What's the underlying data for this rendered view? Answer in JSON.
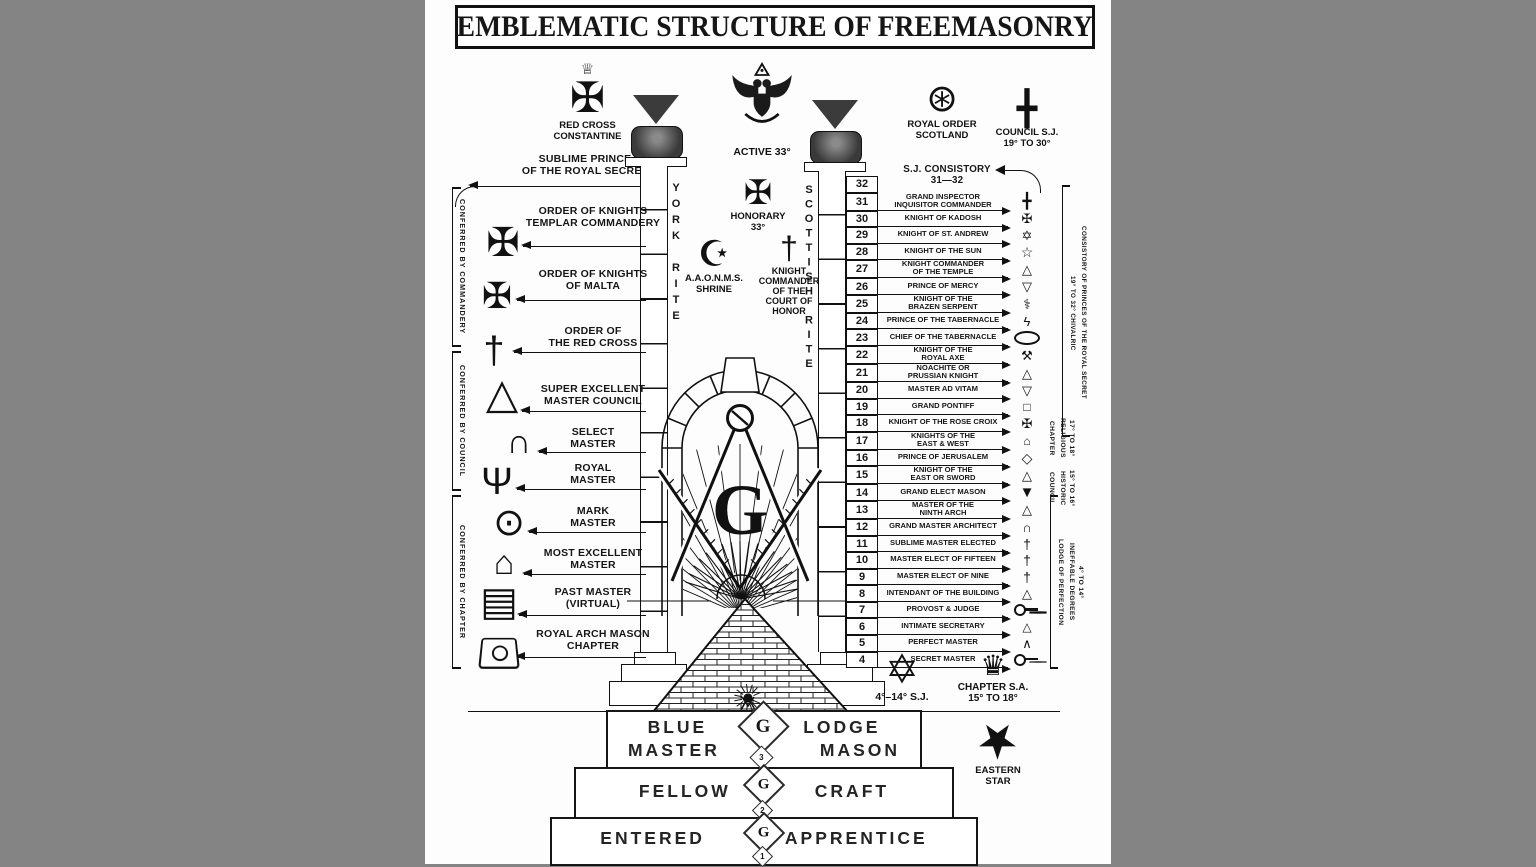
{
  "page": {
    "background": "#848484",
    "paper": "#ffffff",
    "ink": "#161616"
  },
  "title": "EMBLEMATIC STRUCTURE OF FREEMASONRY",
  "top_emblems": {
    "red_cross_constantine": {
      "icon": "red-cross-constantine-icon",
      "crown": "♕",
      "glyph": "✠",
      "label": "RED CROSS\nCONSTANTINE"
    },
    "active_33": {
      "icon": "double-headed-eagle-icon",
      "label": "ACTIVE 33°"
    },
    "honorary_33": {
      "icon": "honorary-cross-icon",
      "glyph": "✠",
      "label": "HONORARY\n33°"
    },
    "shrine": {
      "icon": "crescent-scimitar-icon",
      "glyph": "☪",
      "label": "A.A.O.N.M.S.\nSHRINE"
    },
    "court_of_honor": {
      "icon": "passion-cross-icon",
      "glyph": "†",
      "label": "KNIGHT\nCOMMANDER\nOF THE\nCOURT OF HONOR"
    },
    "royal_order_scotland": {
      "icon": "round-badge-icon",
      "glyph": "⊛",
      "label": "ROYAL ORDER\nSCOTLAND"
    },
    "council_sj": {
      "icon": "council-cross-icon",
      "glyph": "╋",
      "label": "COUNCIL S.J.\n19° TO 30°"
    }
  },
  "york": {
    "pillar_label": "YORK RITE",
    "sublime_prince": "SUBLIME PRINCE\nOF THE ROYAL SECRET",
    "brackets": [
      "CONFERRED BY COMMANDERY",
      "CONFERRED BY COUNCIL",
      "CONFERRED BY CHAPTER"
    ],
    "items": [
      {
        "label": "ORDER OF KNIGHTS\nTEMPLAR COMMANDERY",
        "icon": "templar-cross-icon",
        "glyph": "✠"
      },
      {
        "label": "ORDER OF KNIGHTS\nOF MALTA",
        "icon": "maltese-cross-icon",
        "glyph": "✠"
      },
      {
        "label": "ORDER OF\nTHE RED CROSS",
        "icon": "red-cross-icon",
        "glyph": "†"
      },
      {
        "label": "SUPER EXCELLENT\nMASTER COUNCIL",
        "icon": "triangle-emblem-icon",
        "glyph": "△"
      },
      {
        "label": "SELECT\nMASTER",
        "icon": "arch-icon",
        "glyph": "∩"
      },
      {
        "label": "ROYAL\nMASTER",
        "icon": "menorah-icon",
        "glyph": "Ψ"
      },
      {
        "label": "MARK\nMASTER",
        "icon": "keystone-circle-icon",
        "glyph": "⊙"
      },
      {
        "label": "MOST EXCELLENT\nMASTER",
        "icon": "ark-icon",
        "glyph": "⌂"
      },
      {
        "label": "PAST MASTER\n(VIRTUAL)",
        "icon": "book-square-compass-icon",
        "glyph": "▤"
      },
      {
        "label": "ROYAL ARCH MASON\nCHAPTER",
        "icon": "royal-arch-apron-icon",
        "shape": "keystone"
      }
    ]
  },
  "scottish": {
    "pillar_label": "SCOTTISH RITE",
    "consistory_label": "S.J. CONSISTORY\n31—32",
    "degrees": [
      {
        "n": "32",
        "label": ""
      },
      {
        "n": "31",
        "label": "GRAND INSPECTOR\nINQUISITOR COMMANDER",
        "icon": "heavy-cross-icon",
        "glyph": "╋",
        "fs": 15
      },
      {
        "n": "30",
        "label": "KNIGHT OF KADOSH",
        "icon": "kadosh-cross-icon",
        "glyph": "✠",
        "fs": 13
      },
      {
        "n": "29",
        "label": "KNIGHT OF ST. ANDREW",
        "icon": "hexagram-icon",
        "glyph": "✡",
        "fs": 13
      },
      {
        "n": "28",
        "label": "KNIGHT OF THE SUN",
        "icon": "pentagram-icon",
        "glyph": "☆",
        "fs": 14
      },
      {
        "n": "27",
        "label": "KNIGHT COMMANDER\nOF THE TEMPLE",
        "icon": "triangle-icon",
        "glyph": "△",
        "fs": 13
      },
      {
        "n": "26",
        "label": "PRINCE OF MERCY",
        "icon": "inverted-triangle-icon",
        "glyph": "▽",
        "fs": 13
      },
      {
        "n": "25",
        "label": "KNIGHT OF THE\nBRAZEN SERPENT",
        "icon": "serpent-cross-icon",
        "glyph": "⚕",
        "fs": 14
      },
      {
        "n": "24",
        "label": "PRINCE OF THE TABERNACLE",
        "icon": "lightning-icon",
        "glyph": "ϟ",
        "fs": 13
      },
      {
        "n": "23",
        "label": "CHIEF OF THE TABERNACLE",
        "icon": "oval-ring-icon",
        "shape": "oval"
      },
      {
        "n": "22",
        "label": "KNIGHT OF THE\nROYAL AXE",
        "icon": "axe-icon",
        "glyph": "⚒",
        "fs": 13
      },
      {
        "n": "21",
        "label": "NOACHITE OR\nPRUSSIAN KNIGHT",
        "icon": "triangle-icon",
        "glyph": "△",
        "fs": 13
      },
      {
        "n": "20",
        "label": "MASTER AD VITAM",
        "icon": "inverted-triangle-icon",
        "glyph": "▽",
        "fs": 13
      },
      {
        "n": "19",
        "label": "GRAND PONTIFF",
        "icon": "tablet-icon",
        "glyph": "□",
        "fs": 12
      },
      {
        "n": "18",
        "label": "KNIGHT OF THE ROSE CROIX",
        "icon": "rose-croix-icon",
        "glyph": "✠",
        "fs": 13
      },
      {
        "n": "17",
        "label": "KNIGHTS OF THE\nEAST & WEST",
        "icon": "lamb-altar-icon",
        "glyph": "⌂",
        "fs": 12
      },
      {
        "n": "16",
        "label": "PRINCE OF JERUSALEM",
        "icon": "lozenge-scales-icon",
        "glyph": "◇",
        "fs": 14
      },
      {
        "n": "15",
        "label": "KNIGHT OF THE\nEAST OR SWORD",
        "icon": "triangle-icon",
        "glyph": "△",
        "fs": 13
      },
      {
        "n": "14",
        "label": "GRAND ELECT MASON",
        "icon": "black-triangle-icon",
        "glyph": "▼",
        "fs": 15
      },
      {
        "n": "13",
        "label": "MASTER OF THE\nNINTH ARCH",
        "icon": "triangle-icon",
        "glyph": "△",
        "fs": 13
      },
      {
        "n": "12",
        "label": "GRAND MASTER ARCHITECT",
        "icon": "protractor-icon",
        "glyph": "∩",
        "fs": 13
      },
      {
        "n": "11",
        "label": "SUBLIME MASTER ELECTED",
        "icon": "dagger-icon",
        "glyph": "†",
        "fs": 14
      },
      {
        "n": "10",
        "label": "MASTER ELECT OF FIFTEEN",
        "icon": "dagger-icon",
        "glyph": "†",
        "fs": 14
      },
      {
        "n": "9",
        "label": "MASTER ELECT OF NINE",
        "icon": "dagger-icon",
        "glyph": "†",
        "fs": 14
      },
      {
        "n": "8",
        "label": "INTENDANT OF THE BUILDING",
        "icon": "triangle-icon",
        "glyph": "△",
        "fs": 13
      },
      {
        "n": "7",
        "label": "PROVOST & JUDGE",
        "icon": "key-icon",
        "shape": "key"
      },
      {
        "n": "6",
        "label": "INTIMATE SECRETARY",
        "icon": "triple-triangle-icon",
        "glyph": "△",
        "fs": 12
      },
      {
        "n": "5",
        "label": "PERFECT MASTER",
        "icon": "compasses-icon",
        "glyph": "∧",
        "fs": 13
      },
      {
        "n": "4",
        "label": "SECRET MASTER",
        "icon": "key-icon",
        "shape": "key"
      }
    ],
    "rails": [
      {
        "l": "19° TO 32°  CHIVALRIC",
        "r": "CONSISTORY OF PRINCES OF THE ROYAL SECRET"
      },
      {
        "l": "CHAPTER",
        "r": "17° TO 18°\nRELIGIOUS"
      },
      {
        "l": "COUNCIL",
        "r": "15° TO 16°\nHISTORIC"
      },
      {
        "l": "LODGE OF PERFECTION",
        "r": "4° TO 14°\nINEFFABLE DEGREES"
      }
    ]
  },
  "bottom": {
    "sj_star": {
      "icon": "star-of-david-icon",
      "glyph": "✡",
      "label": "4°–14° S.J."
    },
    "chapter_sa": {
      "icon": "chapter-sa-emblem-icon",
      "glyph": "♛",
      "label": "CHAPTER S.A.\n15° TO 18°"
    },
    "eastern_star": {
      "icon": "eastern-star-icon",
      "glyph": "★",
      "label": "EASTERN\nSTAR"
    },
    "g_letter": "G",
    "steps": [
      {
        "words": [
          "BLUE",
          "LODGE"
        ],
        "words2": [
          "MASTER",
          "MASON"
        ],
        "num": "3"
      },
      {
        "words": [
          "FELLOW",
          "CRAFT"
        ],
        "num": "2"
      },
      {
        "words": [
          "ENTERED",
          "APPRENTICE"
        ],
        "num": "1"
      }
    ]
  }
}
